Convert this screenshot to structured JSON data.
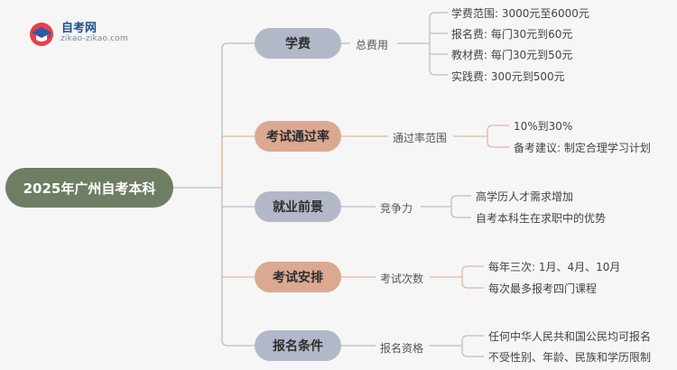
{
  "logo": {
    "title": "自考网",
    "url": "zikao-zikao.com"
  },
  "root": "2025年广州自考本科",
  "branches": [
    {
      "label": "学费",
      "sub": "总费用",
      "leaves": [
        "学费范围: 3000元至6000元",
        "报名费: 每门30元到60元",
        "教材费: 每门30元到50元",
        "实践费: 300元到500元"
      ]
    },
    {
      "label": "考试通过率",
      "sub": "通过率范围",
      "leaves": [
        "10%到30%",
        "备考建议: 制定合理学习计划"
      ]
    },
    {
      "label": "就业前景",
      "sub": "竞争力",
      "leaves": [
        "高学历人才需求增加",
        "自考本科生在求职中的优势"
      ]
    },
    {
      "label": "考试安排",
      "sub": "考试次数",
      "leaves": [
        "每年三次: 1月、4月、10月",
        "每次最多报考四门课程"
      ]
    },
    {
      "label": "报名条件",
      "sub": "报名资格",
      "leaves": [
        "任何中华人民共和国公民均可报名",
        "不受性别、年龄、民族和学历限制"
      ]
    }
  ],
  "colors": {
    "root": "#6f7d63",
    "pill_gray": "#b3b8c9",
    "pill_peach": "#dba892",
    "connector_gray": "#b9bccc",
    "connector_peach": "#e2b6a2"
  }
}
